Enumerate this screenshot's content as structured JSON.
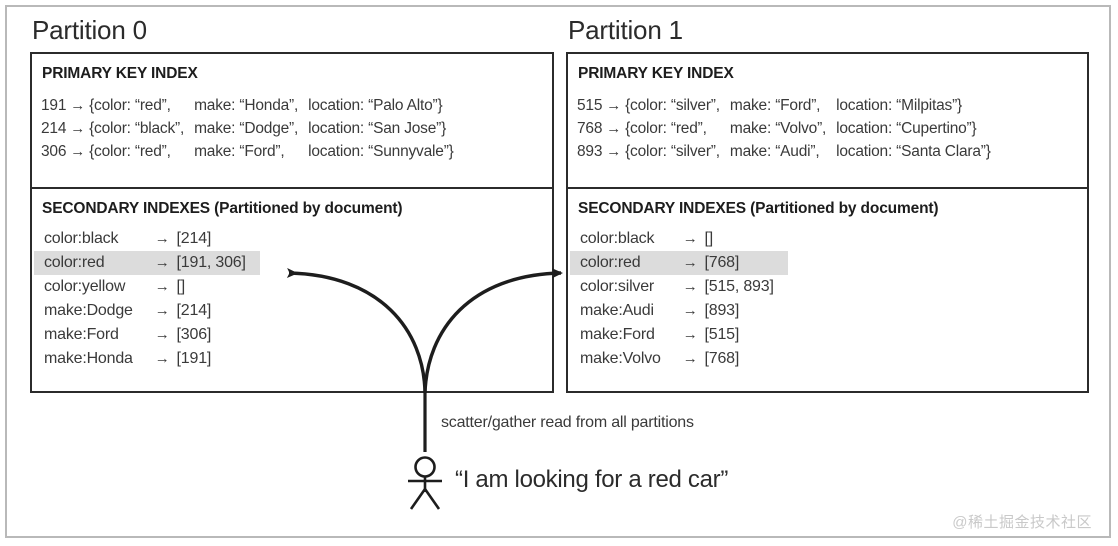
{
  "figure": {
    "watermark": "@稀土掘金技术社区",
    "scatter_label": "scatter/gather read from all partitions",
    "user_quote": "“I am looking for a red car”"
  },
  "partitions": [
    {
      "title": "Partition 0",
      "primary_index": {
        "heading": "PRIMARY KEY INDEX",
        "rows": [
          {
            "key": "191",
            "arrow": "→",
            "color": "{color: “red”,",
            "make": "make: “Honda”,",
            "location": "location: “Palo Alto”}"
          },
          {
            "key": "214",
            "arrow": "→",
            "color": "{color: “black”,",
            "make": "make: “Dodge”,",
            "location": "location: “San Jose”}"
          },
          {
            "key": "306",
            "arrow": "→",
            "color": "{color: “red”,",
            "make": "make: “Ford”,",
            "location": "location: “Sunnyvale”}"
          }
        ]
      },
      "secondary_index": {
        "heading": "SECONDARY INDEXES (Partitioned by document)",
        "rows": [
          {
            "term": "color:black",
            "arrow": "→",
            "postings": "[214]",
            "highlighted": false
          },
          {
            "term": "color:red",
            "arrow": "→",
            "postings": "[191, 306]",
            "highlighted": true
          },
          {
            "term": "color:yellow",
            "arrow": "→",
            "postings": "[]",
            "highlighted": false
          },
          {
            "term": "make:Dodge",
            "arrow": "→",
            "postings": "[214]",
            "highlighted": false
          },
          {
            "term": "make:Ford",
            "arrow": "→",
            "postings": "[306]",
            "highlighted": false
          },
          {
            "term": "make:Honda",
            "arrow": "→",
            "postings": "[191]",
            "highlighted": false
          }
        ]
      }
    },
    {
      "title": "Partition 1",
      "primary_index": {
        "heading": "PRIMARY KEY INDEX",
        "rows": [
          {
            "key": "515",
            "arrow": "→",
            "color": "{color: “silver”,",
            "make": "make: “Ford”,",
            "location": "location: “Milpitas”}"
          },
          {
            "key": "768",
            "arrow": "→",
            "color": "{color: “red”,",
            "make": "make: “Volvo”,",
            "location": "location: “Cupertino”}"
          },
          {
            "key": "893",
            "arrow": "→",
            "color": "{color: “silver”,",
            "make": "make: “Audi”,",
            "location": "location: “Santa Clara”}"
          }
        ]
      },
      "secondary_index": {
        "heading": "SECONDARY INDEXES (Partitioned by document)",
        "rows": [
          {
            "term": "color:black",
            "arrow": "→",
            "postings": "[]",
            "highlighted": false
          },
          {
            "term": "color:red",
            "arrow": "→",
            "postings": "[768]",
            "highlighted": true
          },
          {
            "term": "color:silver",
            "arrow": "→",
            "postings": "[515, 893]",
            "highlighted": false
          },
          {
            "term": "make:Audi",
            "arrow": "→",
            "postings": "[893]",
            "highlighted": false
          },
          {
            "term": "make:Ford",
            "arrow": "→",
            "postings": "[515]",
            "highlighted": false
          },
          {
            "term": "make:Volvo",
            "arrow": "→",
            "postings": "[768]",
            "highlighted": false
          }
        ]
      }
    }
  ],
  "colors": {
    "box_border": "#2b2b2b",
    "frame_border": "#b9b9b9",
    "highlight": "#dcdcdc",
    "text": "#3a3a3a",
    "watermark": "#c9c9c9"
  }
}
